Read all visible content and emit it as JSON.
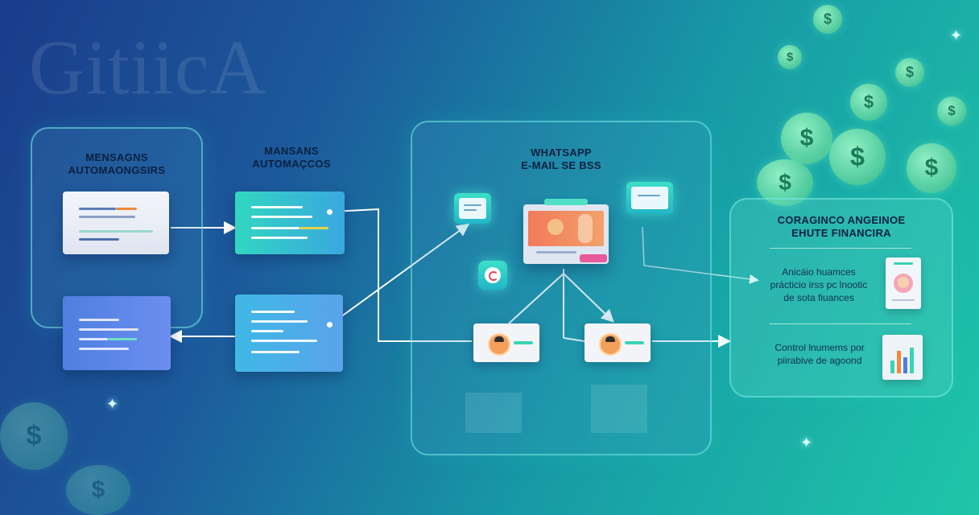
{
  "watermark": "GitiicA",
  "panels": {
    "left": {
      "title_line1": "MENSAGNS",
      "title_line2": "AUTOMAONGSIRS"
    },
    "middle_label": {
      "line1": "MANSANS",
      "line2": "AUTOMAÇCOS"
    },
    "center": {
      "title_line1": "WHATSAPP",
      "title_line2": "E-MAIL SE BSS"
    },
    "right": {
      "title_line1": "CORAGINCO ANGEINOE",
      "title_line2": "EHUTE FINANCIRA",
      "row1": {
        "line1": "Anicáio huamces",
        "line2": "prácticio irss pc lnootic",
        "line3": "de sota fiuances"
      },
      "row2": {
        "line1": "Control lnumems por",
        "line2": "piirabive de agoond"
      }
    }
  },
  "icons": {
    "phone": "phone-icon",
    "message": "message-icon",
    "coin_symbol": "$",
    "sparkle": "✦"
  },
  "colors": {
    "accent_teal": "#32d6c0",
    "accent_blue": "#4f7fe0",
    "line_orange": "#f0893c",
    "line_green": "#3bd3b3",
    "line_yellow": "#e6d24a"
  }
}
